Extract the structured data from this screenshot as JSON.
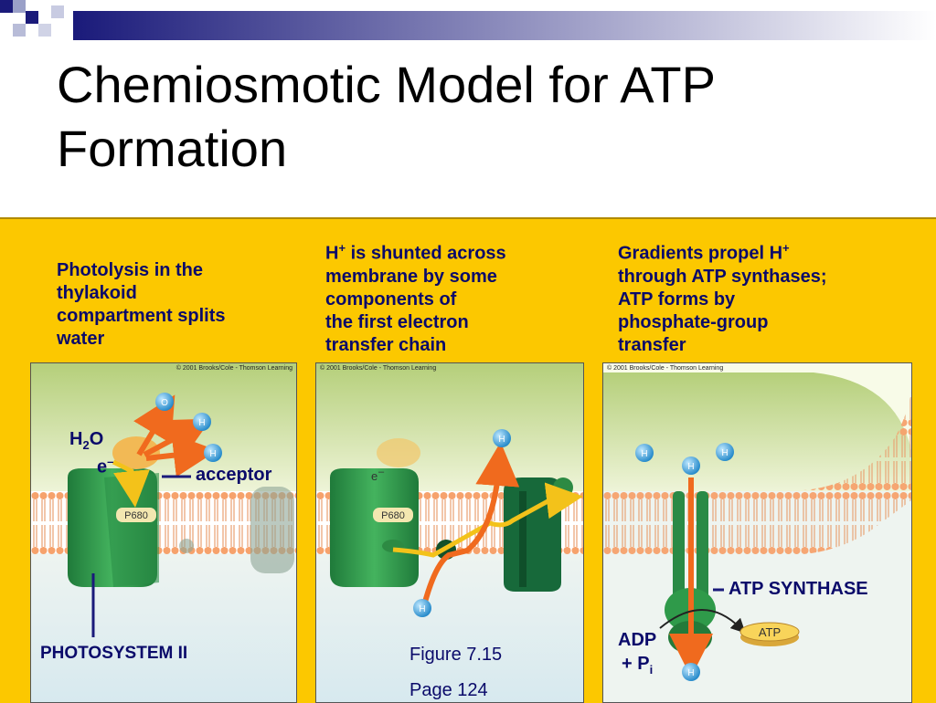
{
  "title": {
    "line1": "Chemiosmotic Model for ATP",
    "line2": "Formation"
  },
  "captions": {
    "left": [
      "Photolysis in the",
      "thylakoid",
      "compartment splits",
      "water"
    ],
    "middle": [
      "is shunted across",
      "membrane by some",
      "components of",
      "the first electron",
      "transfer chain"
    ],
    "middle_lead": "H",
    "right": [
      "Gradients propel H",
      "through ATP synthases;",
      "ATP forms by",
      "phosphate-group",
      "transfer"
    ]
  },
  "copyright": "© 2001 Brooks/Cole - Thomson Learning",
  "labels": {
    "h2o_h": "H",
    "h2o_sub": "2",
    "h2o_o": "O",
    "electron": "e",
    "acceptor": "acceptor",
    "photosystem": "PHOTOSYSTEM II",
    "p680": "P680",
    "ion_o": "O",
    "ion_h": "H",
    "atp_synthase": "ATP SYNTHASE",
    "atp": "ATP",
    "adp": "ADP",
    "pi_prefix": "+ P",
    "pi_sub": "i",
    "figure": "Figure 7.15",
    "page": "Page 124"
  },
  "colors": {
    "panel": "#fcc800",
    "text": "#0a0a6a",
    "membrane": "#f3b07a",
    "protein": "#2f9a4a",
    "arrow_orange": "#f06a1e",
    "arrow_yellow": "#f7d23a",
    "ion_blue": "#2a9ed8"
  }
}
